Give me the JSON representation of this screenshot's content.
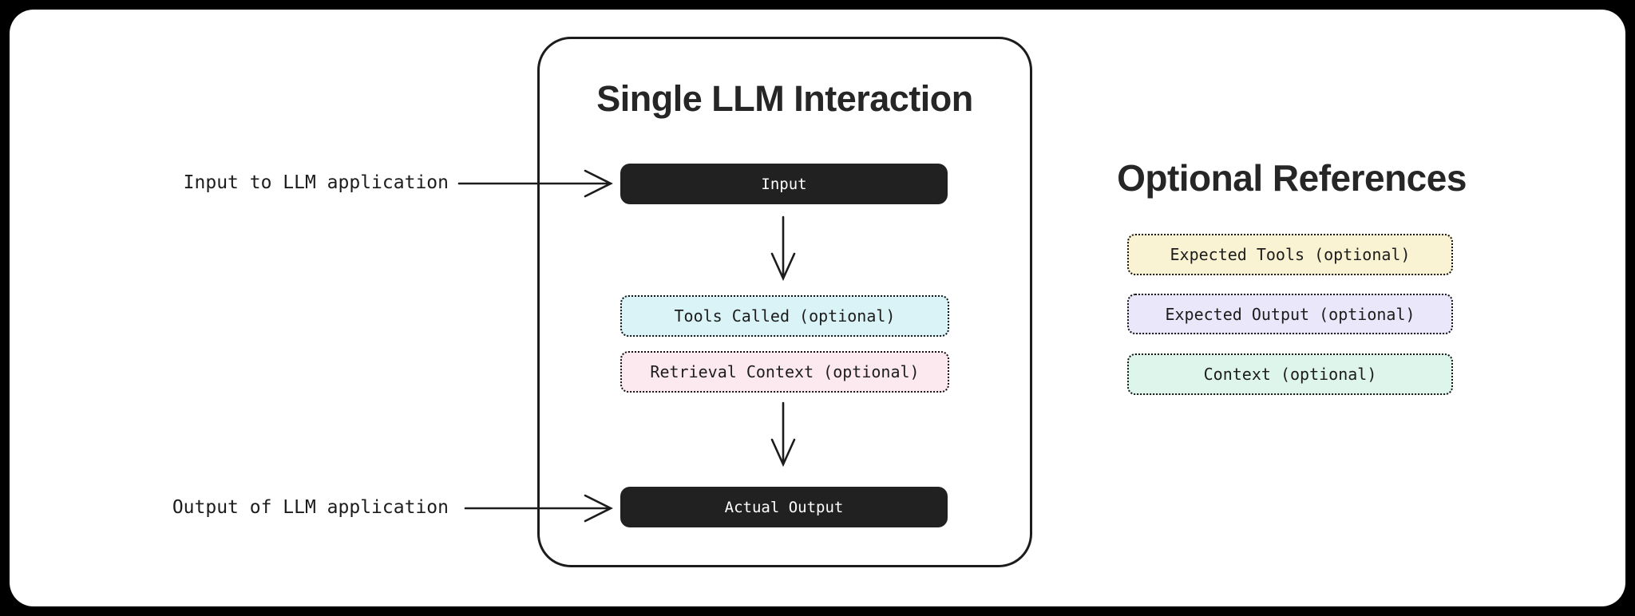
{
  "diagram": {
    "title": "Single LLM Interaction",
    "nodes": {
      "input": "Input",
      "tools_called": "Tools Called (optional)",
      "retrieval_context": "Retrieval Context (optional)",
      "actual_output": "Actual Output"
    }
  },
  "annotations": {
    "input": "Input to LLM application",
    "output": "Output of LLM application"
  },
  "references": {
    "title": "Optional References",
    "items": [
      {
        "label": "Expected Tools (optional)",
        "bg": "#faf3d3"
      },
      {
        "label": "Expected Output (optional)",
        "bg": "#eae7fa"
      },
      {
        "label": "Context (optional)",
        "bg": "#def5eb"
      }
    ]
  },
  "colors": {
    "page_background": "#000000",
    "card_background": "#ffffff",
    "outline": "#1c1c1c",
    "solid_node_bg": "#212121",
    "solid_node_text": "#ffffff",
    "tools_called_bg": "#d9f3f7",
    "retrieval_context_bg": "#fce9f0",
    "expected_tools_bg": "#faf3d3",
    "expected_output_bg": "#eae7fa",
    "context_bg": "#def5eb"
  }
}
